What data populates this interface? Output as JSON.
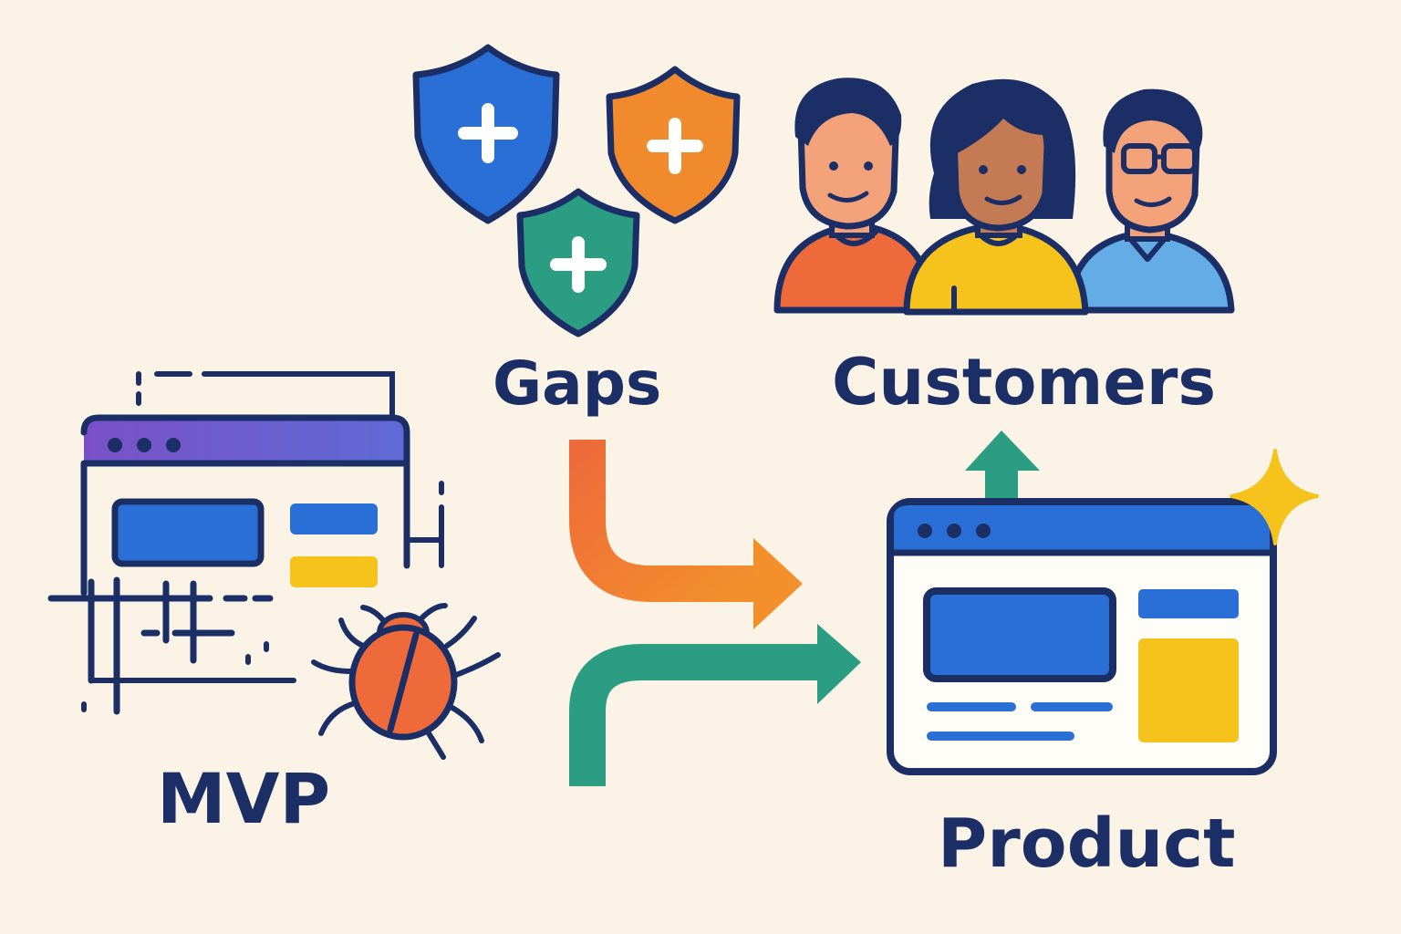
{
  "labels": {
    "gaps": "Gaps",
    "customers": "Customers",
    "mvp": "MVP",
    "product": "Product"
  },
  "colors": {
    "background": "#fbf4e6",
    "outline": "#1b2f66",
    "blue": "#2a6fd6",
    "orange": "#f08a2c",
    "red_orange": "#ee6a3a",
    "green": "#2a9d82",
    "yellow": "#f6c21c",
    "purple": "#6a5acd",
    "light_blue": "#63ace6"
  },
  "icons": {
    "gaps": [
      "shield-plus-icon",
      "shield-plus-icon",
      "shield-plus-icon"
    ],
    "customers": [
      "person-icon",
      "person-icon",
      "person-with-glasses-icon"
    ],
    "mvp": [
      "browser-window-icon",
      "bug-icon"
    ],
    "product": [
      "browser-window-icon",
      "sparkle-icon",
      "up-arrow-icon"
    ],
    "flow": [
      "curved-arrow-icon",
      "curved-arrow-icon"
    ]
  }
}
